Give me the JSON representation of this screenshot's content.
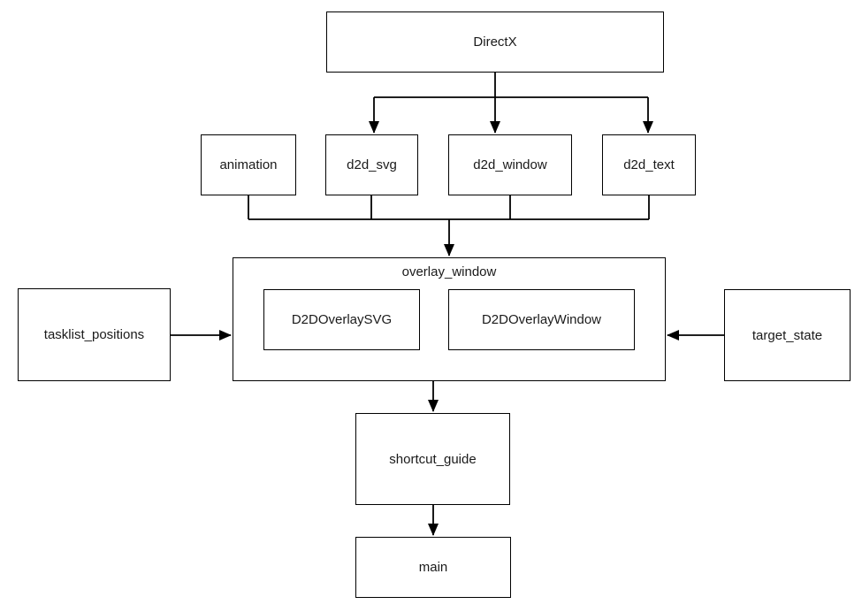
{
  "diagram": {
    "type": "flowchart",
    "background": "#ffffff",
    "nodes": {
      "directx": "DirectX",
      "animation": "animation",
      "d2d_svg": "d2d_svg",
      "d2d_window": "d2d_window",
      "d2d_text": "d2d_text",
      "overlay_window": "overlay_window",
      "d2d_overlay_svg": "D2DOverlaySVG",
      "d2d_overlay_window": "D2DOverlayWindow",
      "tasklist_positions": "tasklist_positions",
      "target_state": "target_state",
      "shortcut_guide": "shortcut_guide",
      "main": "main"
    },
    "edges": [
      {
        "from": "DirectX",
        "to": "d2d_svg"
      },
      {
        "from": "DirectX",
        "to": "d2d_window"
      },
      {
        "from": "DirectX",
        "to": "d2d_text"
      },
      {
        "from": "animation",
        "to": "overlay_window"
      },
      {
        "from": "d2d_svg",
        "to": "overlay_window"
      },
      {
        "from": "d2d_window",
        "to": "overlay_window"
      },
      {
        "from": "d2d_text",
        "to": "overlay_window"
      },
      {
        "from": "tasklist_positions",
        "to": "overlay_window"
      },
      {
        "from": "target_state",
        "to": "overlay_window"
      },
      {
        "from": "overlay_window",
        "to": "shortcut_guide"
      },
      {
        "from": "shortcut_guide",
        "to": "main"
      }
    ],
    "contains": [
      {
        "parent": "overlay_window",
        "children": [
          "D2DOverlaySVG",
          "D2DOverlayWindow"
        ]
      }
    ],
    "colors": {
      "line": "#000000",
      "box_border": "#000000",
      "box_fill": "#ffffff",
      "text": "#1a1a1a"
    }
  }
}
